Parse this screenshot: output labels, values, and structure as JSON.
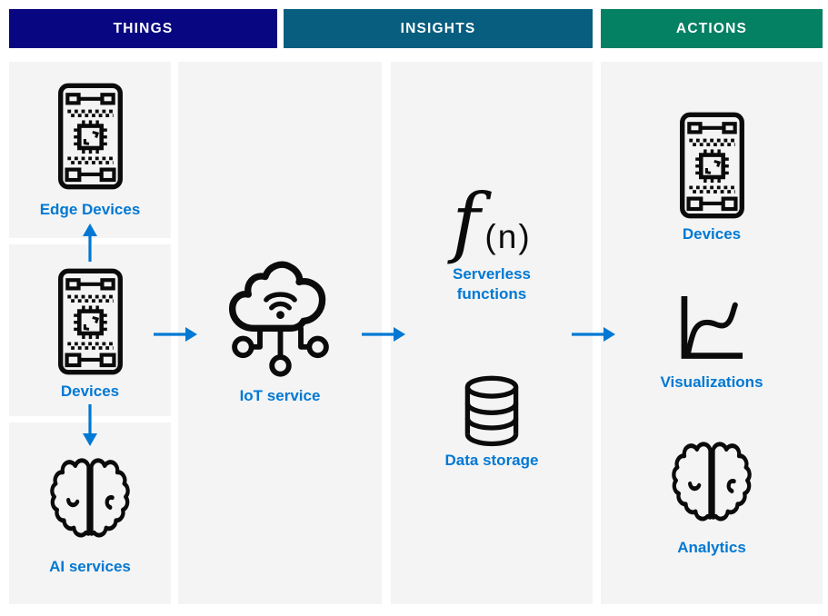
{
  "headers": {
    "things": {
      "label": "THINGS",
      "color": "#080680"
    },
    "insights": {
      "label": "INSIGHTS",
      "color": "#075E7F"
    },
    "actions": {
      "label": "ACTIONS",
      "color": "#048063"
    }
  },
  "things_column": {
    "edge_devices": {
      "label": "Edge Devices",
      "icon": "circuit-board-device-icon"
    },
    "devices": {
      "label": "Devices",
      "icon": "circuit-board-device-icon"
    },
    "ai_services": {
      "label": "AI services",
      "icon": "brain-icon"
    }
  },
  "iot_column": {
    "iot_service": {
      "label": "IoT service",
      "icon": "iot-cloud-hub-icon"
    }
  },
  "insights_column": {
    "serverless": {
      "symbol_f": "f",
      "symbol_args": "(n)",
      "label_line1": "Serverless",
      "label_line2": "functions",
      "icon": "function-symbol"
    },
    "data_storage": {
      "label": "Data storage",
      "icon": "database-icon"
    }
  },
  "actions_column": {
    "devices": {
      "label": "Devices",
      "icon": "circuit-board-device-icon"
    },
    "visualizations": {
      "label": "Visualizations",
      "icon": "line-chart-icon"
    },
    "analytics": {
      "label": "Analytics",
      "icon": "brain-icon"
    }
  },
  "colors": {
    "accent_blue": "#0078D4",
    "panel_background": "#F4F4F4",
    "icon_stroke": "#0B0B0B"
  }
}
